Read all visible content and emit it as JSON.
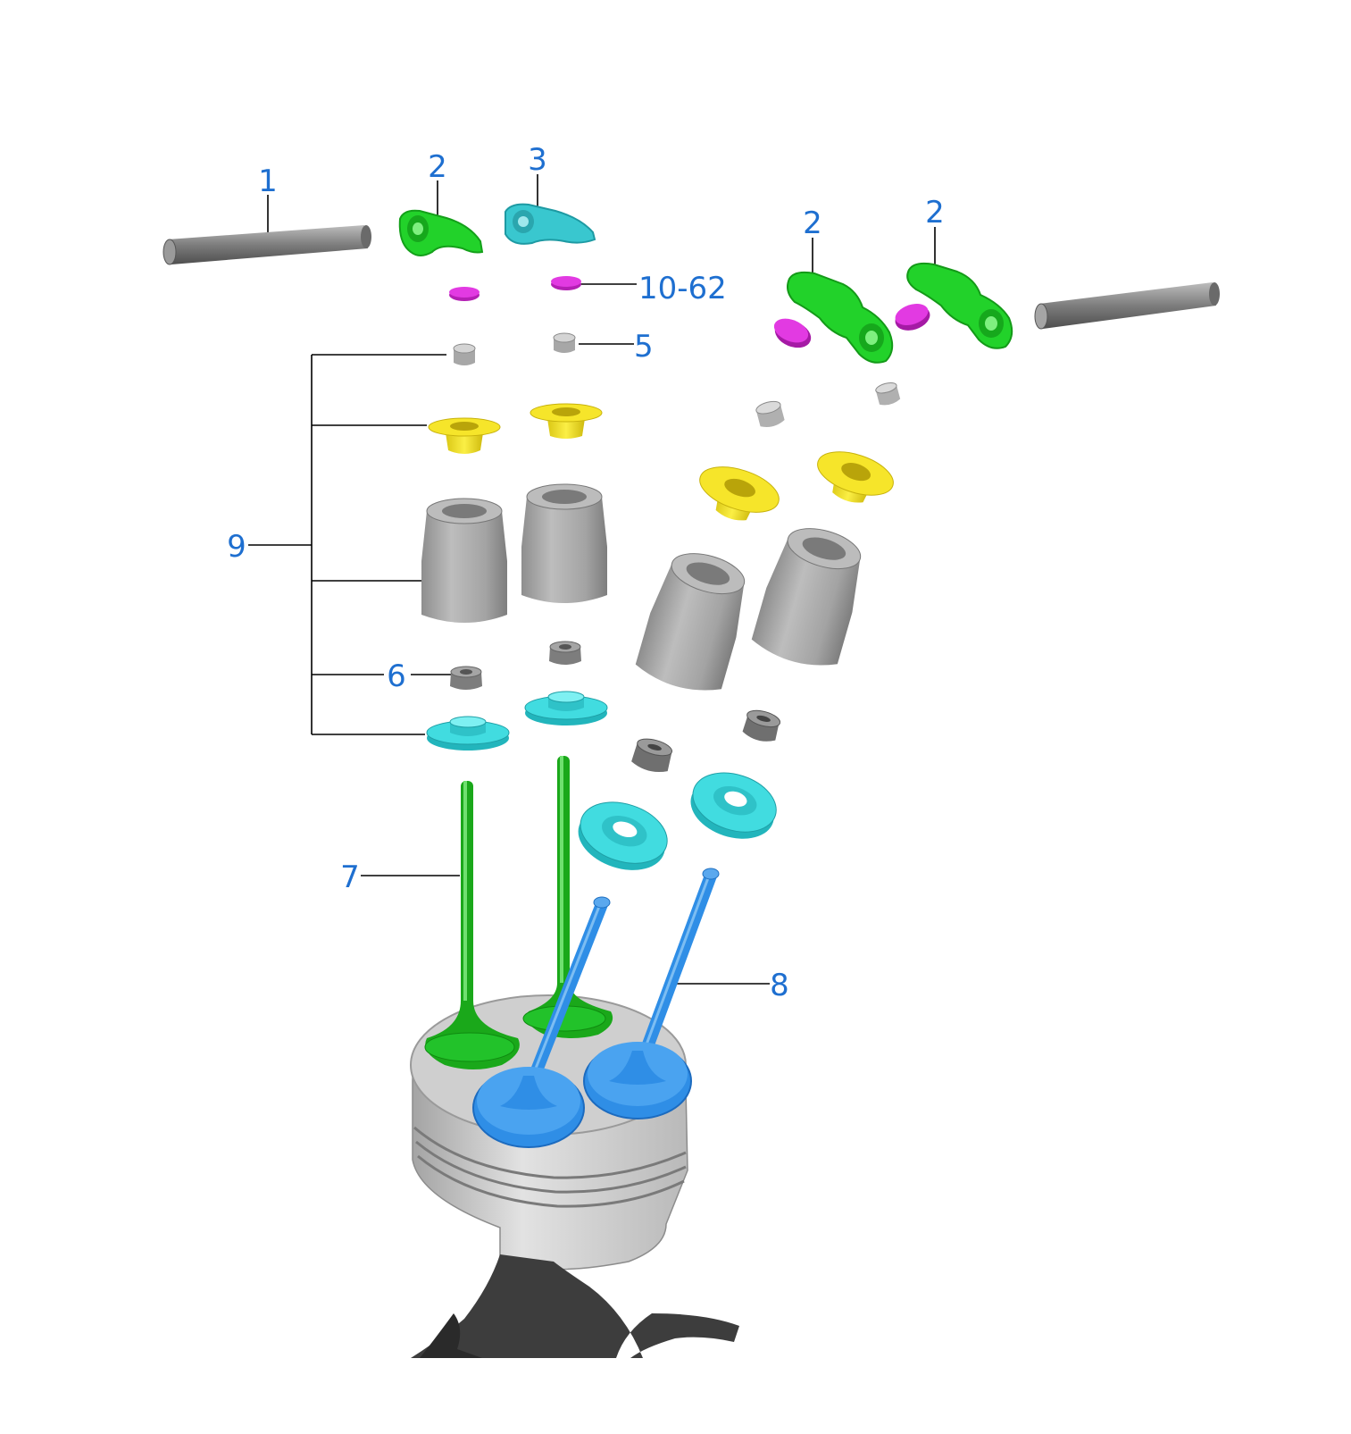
{
  "colors": {
    "label": "#1e6fd0",
    "leader": "#000000",
    "rocker_green": "#22d22a",
    "rocker_cyan": "#39c7cf",
    "magenta_shim": "#d62bd6",
    "retainer_yellow": "#f0de18",
    "spring_gray": "#9a9a9a",
    "seat_cyan": "#41dce0",
    "valve_green": "#1aa81a",
    "valve_blue": "#2f8ee6",
    "piston": "#c9c9c9"
  },
  "callouts": {
    "c1": "1",
    "c2a": "2",
    "c3": "3",
    "c2b": "2",
    "c2c": "2",
    "c10": "10-62",
    "c5": "5",
    "c9": "9",
    "c6": "6",
    "c7": "7",
    "c8": "8"
  }
}
